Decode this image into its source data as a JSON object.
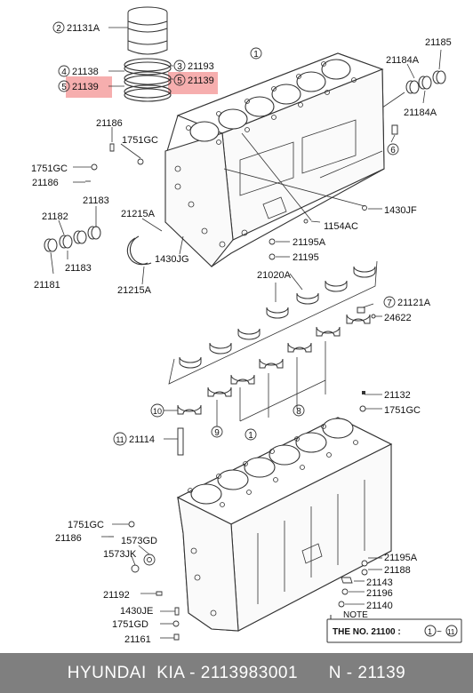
{
  "diagram": {
    "callouts": [
      {
        "id": "c-21131a",
        "num": "2",
        "code": "21131A"
      },
      {
        "id": "c-21138",
        "num": "4",
        "code": "21138"
      },
      {
        "id": "c-21139-left",
        "num": "5",
        "code": "21139"
      },
      {
        "id": "c-21193",
        "num": "3",
        "code": "21193"
      },
      {
        "id": "c-21139-right",
        "num": "5",
        "code": "21139"
      },
      {
        "id": "c-21185",
        "code": "21185"
      },
      {
        "id": "c-21184a-top",
        "code": "21184A"
      },
      {
        "id": "c-21184a-bot",
        "code": "21184A"
      },
      {
        "id": "c-6",
        "num": "6"
      },
      {
        "id": "c-21186-top",
        "code": "21186"
      },
      {
        "id": "c-1751gc-a",
        "code": "1751GC"
      },
      {
        "id": "c-1751gc-b",
        "code": "1751GC"
      },
      {
        "id": "c-21186-b",
        "code": "21186"
      },
      {
        "id": "c-21183-top",
        "code": "21183"
      },
      {
        "id": "c-21182",
        "code": "21182"
      },
      {
        "id": "c-21215a-top",
        "code": "21215A"
      },
      {
        "id": "c-1430jf",
        "code": "1430JF"
      },
      {
        "id": "c-1154ac",
        "code": "1154AC"
      },
      {
        "id": "c-21195a-top",
        "code": "21195A"
      },
      {
        "id": "c-21195",
        "code": "21195"
      },
      {
        "id": "c-1430jg",
        "code": "1430JG"
      },
      {
        "id": "c-21181",
        "code": "21181"
      },
      {
        "id": "c-21183-bot",
        "code": "21183"
      },
      {
        "id": "c-21215a-bot",
        "code": "21215A"
      },
      {
        "id": "c-21020a",
        "code": "21020A"
      },
      {
        "id": "c-21121a",
        "num": "7",
        "code": "21121A"
      },
      {
        "id": "c-24622",
        "code": "24622"
      },
      {
        "id": "c-21132",
        "code": "21132"
      },
      {
        "id": "c-1751gc-c",
        "code": "1751GC"
      },
      {
        "id": "c-10",
        "num": "10"
      },
      {
        "id": "c-9",
        "num": "9"
      },
      {
        "id": "c-8",
        "num": "8"
      },
      {
        "id": "c-21114",
        "num": "11",
        "code": "21114"
      },
      {
        "id": "c-1-top",
        "num": "1"
      },
      {
        "id": "c-1-bot",
        "num": "1"
      },
      {
        "id": "c-1751gc-d",
        "code": "1751GC"
      },
      {
        "id": "c-21186-c",
        "code": "21186"
      },
      {
        "id": "c-1573gd",
        "code": "1573GD"
      },
      {
        "id": "c-1573jk",
        "code": "1573JK"
      },
      {
        "id": "c-21192",
        "code": "21192"
      },
      {
        "id": "c-1430je",
        "code": "1430JE"
      },
      {
        "id": "c-1751gd",
        "code": "1751GD"
      },
      {
        "id": "c-21161",
        "code": "21161"
      },
      {
        "id": "c-21195a-bot",
        "code": "21195A"
      },
      {
        "id": "c-21188",
        "code": "21188"
      },
      {
        "id": "c-21143",
        "code": "21143"
      },
      {
        "id": "c-21196",
        "code": "21196"
      },
      {
        "id": "c-21140",
        "code": "21140"
      }
    ],
    "note": {
      "title": "NOTE",
      "text": "THE NO. 21100 :",
      "from": "1",
      "sep": "~",
      "to": "11"
    }
  },
  "footer": {
    "brand": "HYUNDAI  KIA - 2113983001",
    "part": "N - 21139"
  }
}
